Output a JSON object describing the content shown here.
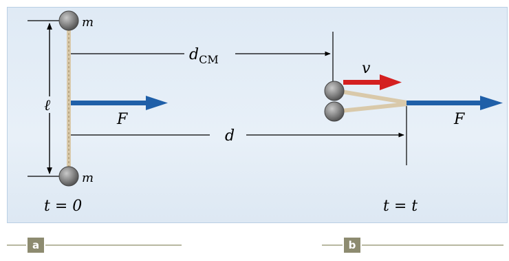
{
  "labels": {
    "mass_top": "m",
    "mass_bottom": "m",
    "length": "ℓ",
    "force_a": "F",
    "force_b": "F",
    "dcm_main": "d",
    "dcm_sub": "CM",
    "distance_d": "d",
    "velocity": "v",
    "time_a": "t = 0",
    "time_b": "t = t"
  },
  "panels": [
    "a",
    "b"
  ],
  "colors": {
    "force_arrow": "#1f5fa8",
    "velocity_arrow": "#d42020",
    "tag_background": "#8d8b70",
    "panel_background": "#e3edf7"
  }
}
